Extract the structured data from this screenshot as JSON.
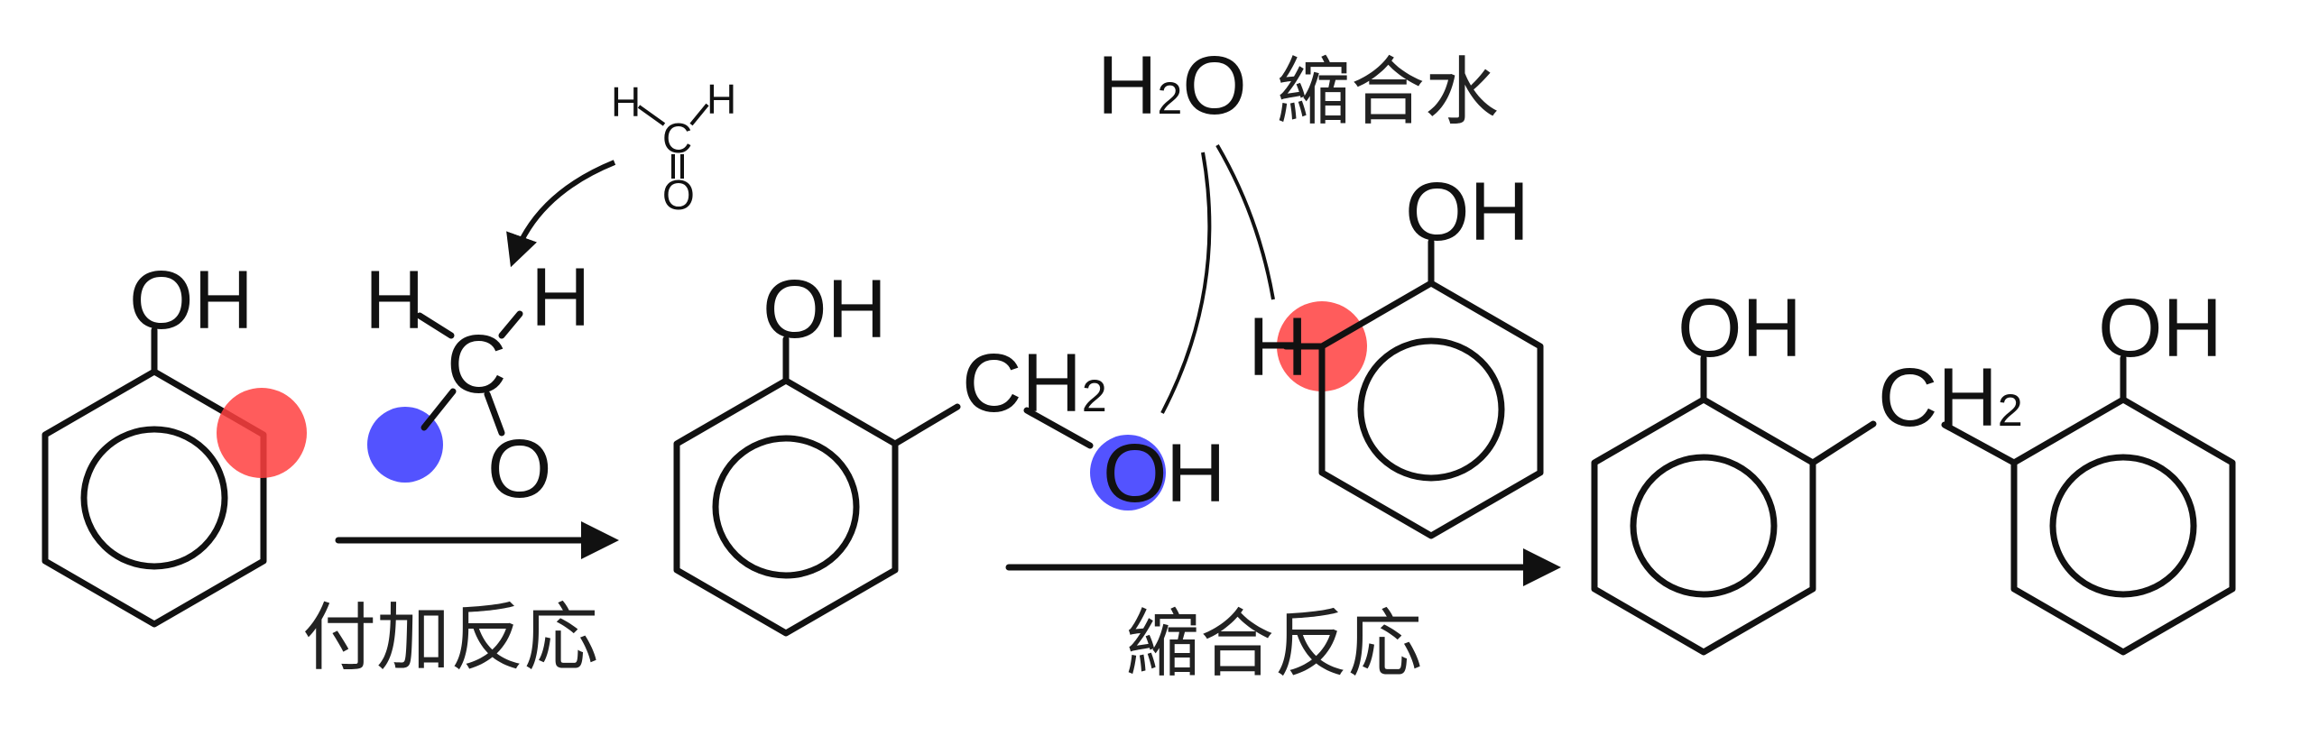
{
  "colors": {
    "reactive_h": "#ff4040",
    "reactive_oh": "#4040ff",
    "ink": "#111111"
  },
  "molecules": {
    "phenol": {
      "oh": "OH"
    },
    "formaldehyde": {
      "h_left": "H",
      "h_right": "H",
      "c": "C",
      "o": "O"
    },
    "formaldehyde_small": {
      "h_left": "H",
      "h_right": "H",
      "c": "C",
      "o": "O"
    },
    "methylol_phenol": {
      "oh": "OH",
      "ch": "CH",
      "sub": "2",
      "o": "O",
      "h": "H"
    },
    "phenol_2": {
      "oh": "OH",
      "h": "H"
    },
    "product": {
      "oh_left": "OH",
      "ch": "CH",
      "sub": "2",
      "oh_right": "OH"
    }
  },
  "water": {
    "h": "H",
    "sub": "2",
    "o": "O",
    "label": "縮合水"
  },
  "steps": {
    "addition": "付加反応",
    "condensation": "縮合反応"
  }
}
